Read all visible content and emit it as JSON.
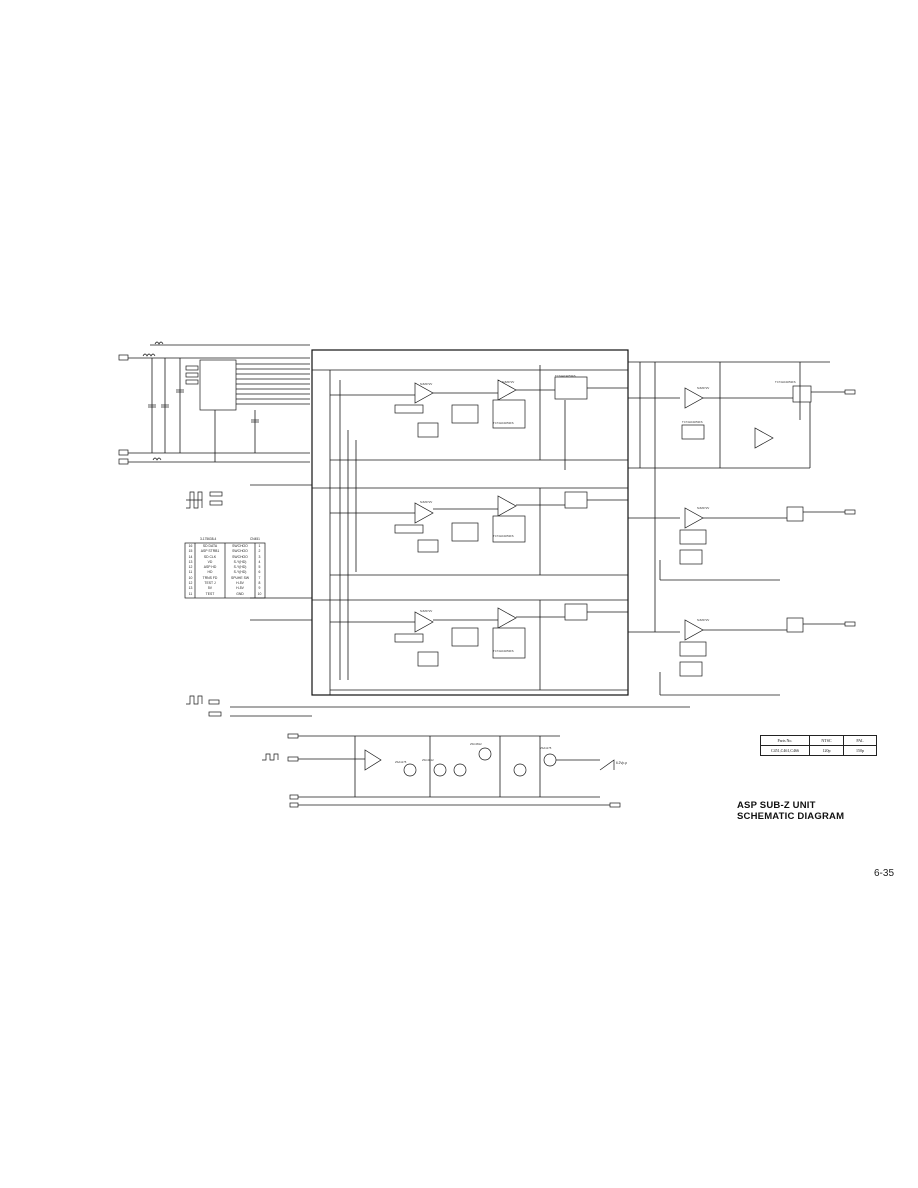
{
  "title": {
    "line1": "ASP SUB-Z  UNIT",
    "line2": "SCHEMATIC DIAGRAM"
  },
  "page_number": "6-35",
  "parts_table": {
    "headers": [
      "Parts No.",
      "NTSC",
      "PAL"
    ],
    "rows": [
      [
        "C451,C461,C466",
        "120p",
        "150p"
      ]
    ]
  },
  "connector": {
    "ic_label": "3-175638-4",
    "header_right": "CN451",
    "rows": [
      {
        "pin_l": "16",
        "name_l": "SD DATA",
        "name_r": "SWCHOO",
        "pin_r": "1"
      },
      {
        "pin_l": "15",
        "name_l": "ASP STRB1",
        "name_r": "SWCHOO",
        "pin_r": "2"
      },
      {
        "pin_l": "14",
        "name_l": "SD CLK",
        "name_r": "SWCHOO",
        "pin_r": "3"
      },
      {
        "pin_l": "13",
        "name_l": "VD",
        "name_r": "S-Y(HD)",
        "pin_r": "4"
      },
      {
        "pin_l": "12",
        "name_l": "ASP HD",
        "name_r": "S-Y(HD)",
        "pin_r": "5"
      },
      {
        "pin_l": "11",
        "name_l": "HD",
        "name_r": "S-Y(HD)",
        "pin_r": "6"
      },
      {
        "pin_l": "10",
        "name_l": "TRNS FD",
        "name_r": "SPUHE SW",
        "pin_r": "7"
      },
      {
        "pin_l": "12",
        "name_l": "TEST J",
        "name_r": "H-5V",
        "pin_r": "8"
      },
      {
        "pin_l": "13",
        "name_l": "5V",
        "name_r": "H-5V",
        "pin_r": "9"
      },
      {
        "pin_l": "11",
        "name_l": "TEST",
        "name_r": "GND",
        "pin_r": "10"
      }
    ]
  },
  "ramp_label": "6.2Vp-p",
  "components": {
    "opamps": [
      "NJM072V",
      "NJM072V",
      "NJM072V",
      "NJM072V",
      "NJM072V",
      "NJM072V",
      "NJM072V"
    ],
    "analog_switches": [
      "TC74HC4053FS",
      "TC74HC4053FS",
      "TC74HC4053FS",
      "TC74HC4053FS",
      "TC74HC4053FS",
      "TC74HC4053FS"
    ],
    "transistors": [
      "2SA1175",
      "2SC2812",
      "2SC2812",
      "2SA1175"
    ]
  }
}
